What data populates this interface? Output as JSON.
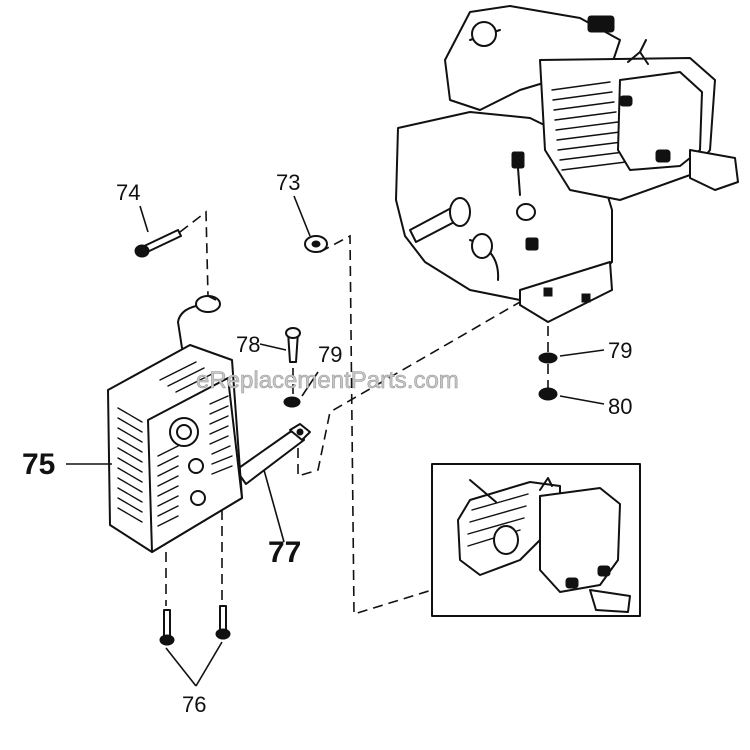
{
  "watermark": "eReplacementParts.com",
  "callouts": {
    "c73": "73",
    "c74": "74",
    "c75": "75",
    "c76": "76",
    "c77": "77",
    "c78": "78",
    "c79a": "79",
    "c79b": "79",
    "c80": "80"
  }
}
